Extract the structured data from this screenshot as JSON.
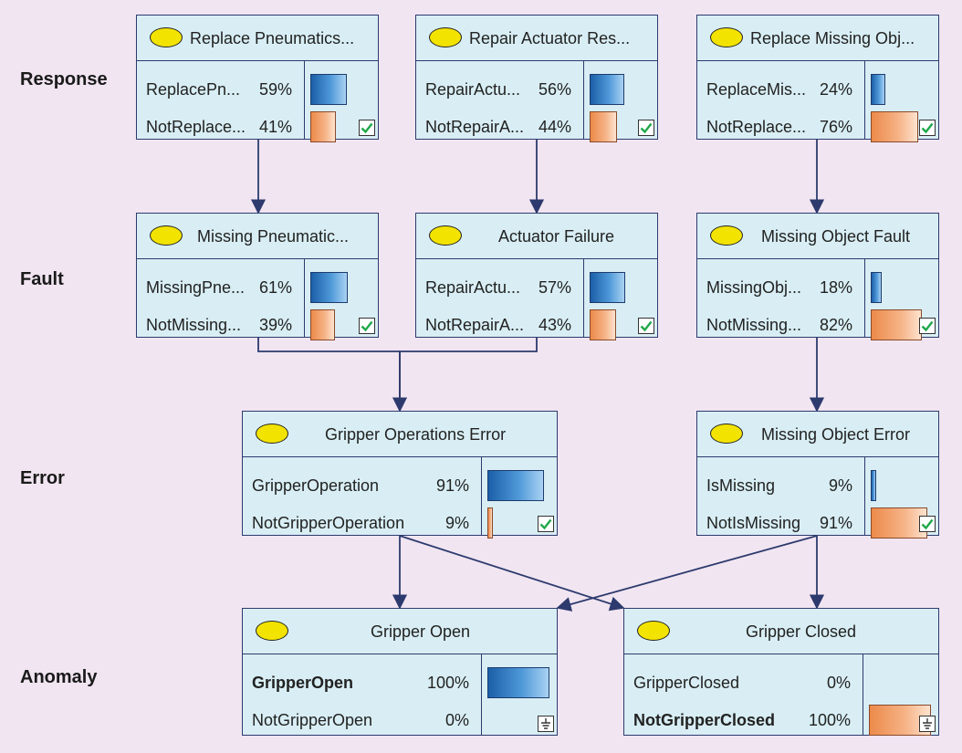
{
  "rows": [
    {
      "id": "response",
      "label": "Response"
    },
    {
      "id": "fault",
      "label": "Fault"
    },
    {
      "id": "error",
      "label": "Error"
    },
    {
      "id": "anomaly",
      "label": "Anomaly"
    }
  ],
  "nodes": [
    {
      "id": "replace-pneumatics",
      "title": "Replace Pneumatics...",
      "status_icon": "check-icon",
      "states": [
        {
          "name": "ReplacePn...",
          "pct": "59%",
          "value": 0.59,
          "bold": false
        },
        {
          "name": "NotReplace...",
          "pct": "41%",
          "value": 0.41,
          "bold": false
        }
      ]
    },
    {
      "id": "repair-actuator",
      "title": "Repair Actuator Res...",
      "status_icon": "check-icon",
      "states": [
        {
          "name": "RepairActu...",
          "pct": "56%",
          "value": 0.56,
          "bold": false
        },
        {
          "name": "NotRepairA...",
          "pct": "44%",
          "value": 0.44,
          "bold": false
        }
      ]
    },
    {
      "id": "replace-missing-object",
      "title": "Replace Missing Obj...",
      "status_icon": "check-icon",
      "states": [
        {
          "name": "ReplaceMis...",
          "pct": "24%",
          "value": 0.24,
          "bold": false
        },
        {
          "name": "NotReplace...",
          "pct": "76%",
          "value": 0.76,
          "bold": false
        }
      ]
    },
    {
      "id": "missing-pneumatic",
      "title": "Missing Pneumatic...",
      "status_icon": "check-icon",
      "states": [
        {
          "name": "MissingPne...",
          "pct": "61%",
          "value": 0.61,
          "bold": false
        },
        {
          "name": "NotMissing...",
          "pct": "39%",
          "value": 0.39,
          "bold": false
        }
      ]
    },
    {
      "id": "actuator-failure",
      "title": "Actuator Failure",
      "status_icon": "check-icon",
      "states": [
        {
          "name": "RepairActu...",
          "pct": "57%",
          "value": 0.57,
          "bold": false
        },
        {
          "name": "NotRepairA...",
          "pct": "43%",
          "value": 0.43,
          "bold": false
        }
      ]
    },
    {
      "id": "missing-object-fault",
      "title": "Missing Object Fault",
      "status_icon": "check-icon",
      "states": [
        {
          "name": "MissingObj...",
          "pct": "18%",
          "value": 0.18,
          "bold": false
        },
        {
          "name": "NotMissing...",
          "pct": "82%",
          "value": 0.82,
          "bold": false
        }
      ]
    },
    {
      "id": "gripper-operations-error",
      "title": "Gripper Operations Error",
      "status_icon": "check-icon",
      "states": [
        {
          "name": "GripperOperation",
          "pct": "91%",
          "value": 0.91,
          "bold": false
        },
        {
          "name": "NotGripperOperation",
          "pct": "9%",
          "value": 0.09,
          "bold": false
        }
      ]
    },
    {
      "id": "missing-object-error",
      "title": "Missing Object Error",
      "status_icon": "check-icon",
      "states": [
        {
          "name": "IsMissing",
          "pct": "9%",
          "value": 0.09,
          "bold": false
        },
        {
          "name": "NotIsMissing",
          "pct": "91%",
          "value": 0.91,
          "bold": false
        }
      ]
    },
    {
      "id": "gripper-open",
      "title": "Gripper Open",
      "status_icon": "ground-icon",
      "states": [
        {
          "name": "GripperOpen",
          "pct": "100%",
          "value": 1.0,
          "bold": true
        },
        {
          "name": "NotGripperOpen",
          "pct": "0%",
          "value": 0.0,
          "bold": false
        }
      ]
    },
    {
      "id": "gripper-closed",
      "title": "Gripper Closed",
      "status_icon": "ground-icon",
      "states": [
        {
          "name": "GripperClosed",
          "pct": "0%",
          "value": 0.0,
          "bold": false
        },
        {
          "name": "NotGripperClosed",
          "pct": "100%",
          "value": 1.0,
          "bold": true
        }
      ]
    }
  ],
  "edges": [
    {
      "from": "replace-pneumatics",
      "to": "missing-pneumatic"
    },
    {
      "from": "repair-actuator",
      "to": "actuator-failure"
    },
    {
      "from": "replace-missing-object",
      "to": "missing-object-fault"
    },
    {
      "from": "missing-pneumatic",
      "to": "gripper-operations-error"
    },
    {
      "from": "actuator-failure",
      "to": "gripper-operations-error"
    },
    {
      "from": "missing-object-fault",
      "to": "missing-object-error"
    },
    {
      "from": "gripper-operations-error",
      "to": "gripper-open"
    },
    {
      "from": "gripper-operations-error",
      "to": "gripper-closed"
    },
    {
      "from": "missing-object-error",
      "to": "gripper-open"
    },
    {
      "from": "missing-object-error",
      "to": "gripper-closed"
    }
  ],
  "colors": {
    "background": "#f1e5f1",
    "node_fill": "#d8eef4",
    "node_border": "#2d3a6e",
    "oval": "#f3e300",
    "bar_first_state": "#2f7ac4",
    "bar_second_state": "#f3a676",
    "check": "#1fa84a"
  }
}
